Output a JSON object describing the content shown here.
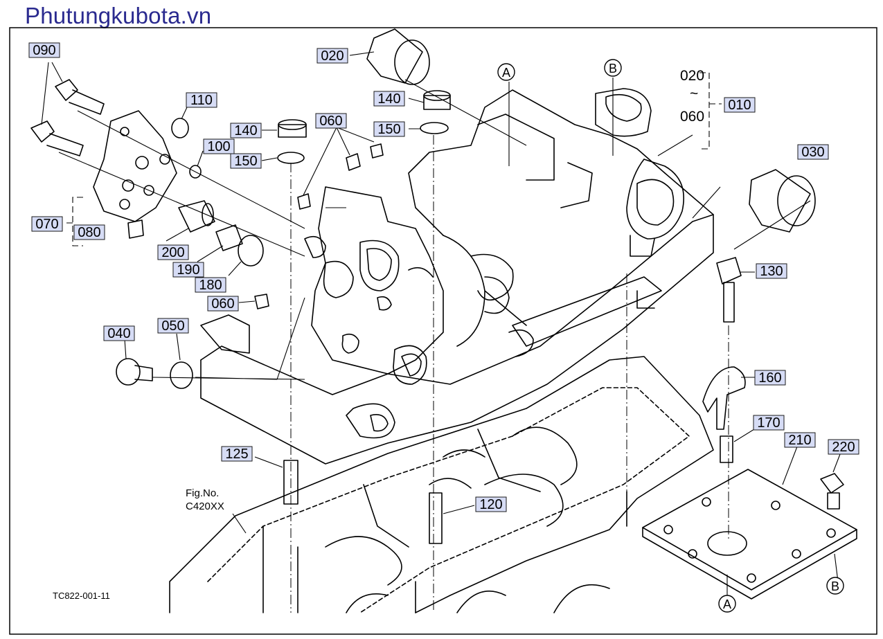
{
  "watermark": "Phutungkubota.vn",
  "figure_ref": {
    "line1": "Fig.No.",
    "line2": "C420XX"
  },
  "drawing_code": "TC822-001-11",
  "range_note": {
    "from": "020",
    "tilde": "~",
    "to": "060"
  },
  "markers": {
    "a": "A",
    "b": "B"
  },
  "part_labels": {
    "p010": "010",
    "p020": "020",
    "p030": "030",
    "p040": "040",
    "p050": "050",
    "p060": "060",
    "p070": "070",
    "p080": "080",
    "p090": "090",
    "p100": "100",
    "p110": "110",
    "p120": "120",
    "p125": "125",
    "p130": "130",
    "p140": "140",
    "p150": "150",
    "p160": "160",
    "p170": "170",
    "p180": "180",
    "p190": "190",
    "p200": "200",
    "p210": "210",
    "p220": "220"
  },
  "colors": {
    "line": "#000000",
    "label_fill": "#d6dcf5",
    "watermark": "#2a2a8f"
  }
}
